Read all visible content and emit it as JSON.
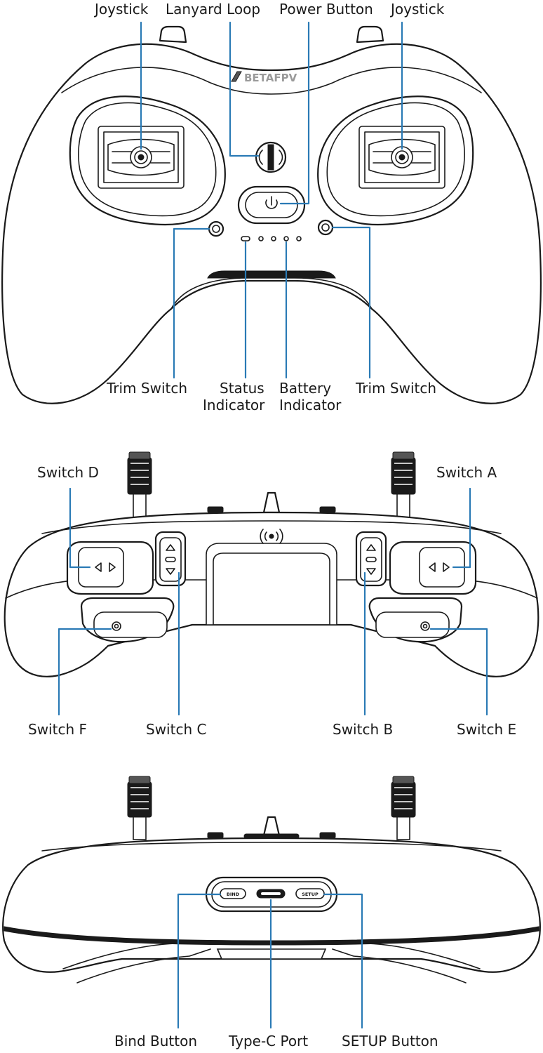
{
  "brand": "BETAFPV",
  "top_view": {
    "labels": {
      "joystick_left": "Joystick",
      "lanyard_loop": "Lanyard Loop",
      "power_button": "Power Button",
      "joystick_right": "Joystick",
      "trim_switch_left": "Trim Switch",
      "status_indicator_1": "Status",
      "status_indicator_2": "Indicator",
      "battery_indicator_1": "Battery",
      "battery_indicator_2": "Indicator",
      "trim_switch_right": "Trim Switch"
    }
  },
  "front_view": {
    "labels": {
      "switch_d": "Switch D",
      "switch_a": "Switch A",
      "switch_f": "Switch F",
      "switch_c": "Switch C",
      "switch_b": "Switch B",
      "switch_e": "Switch E"
    }
  },
  "bottom_view": {
    "labels": {
      "bind_button": "Bind Button",
      "type_c_port": "Type-C Port",
      "setup_button": "SETUP Button"
    },
    "button_text": {
      "bind": "BIND",
      "setup": "SETUP"
    }
  },
  "colors": {
    "leader_line": "#2a7ab5",
    "outline": "#1a1a1a"
  },
  "icons": [
    "power-icon",
    "wireless-icon",
    "triangle-up-icon",
    "triangle-down-icon",
    "triangle-left-icon",
    "triangle-right-icon"
  ]
}
